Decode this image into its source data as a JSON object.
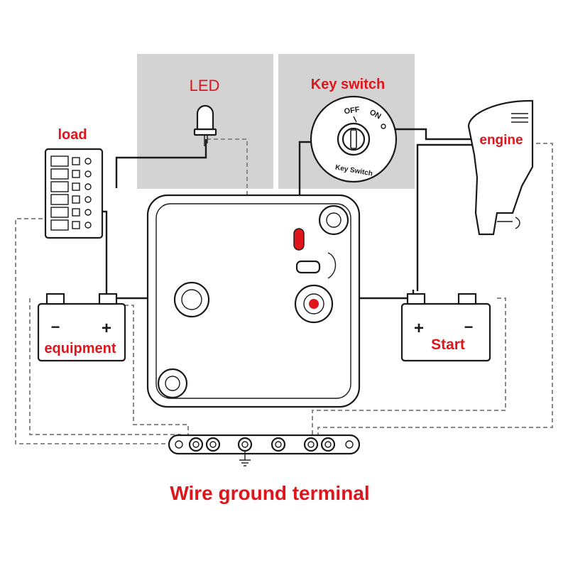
{
  "labels": {
    "led": "LED",
    "key_switch": "Key switch",
    "load": "load",
    "engine": "engine",
    "equipment": "equipment",
    "start": "Start",
    "ground_terminal": "Wire ground terminal"
  },
  "key_switch_face": {
    "off": "OFF",
    "on": "ON",
    "brand": "Key Switch"
  },
  "battery_symbols": {
    "minus": "−",
    "plus": "+"
  },
  "colors": {
    "label_red": "#e0151b",
    "wire_black": "#1a1a1a",
    "ground_dashed": "#8a8a8a",
    "panel_gray": "#d3d3d3",
    "led_red": "#e0151b"
  }
}
